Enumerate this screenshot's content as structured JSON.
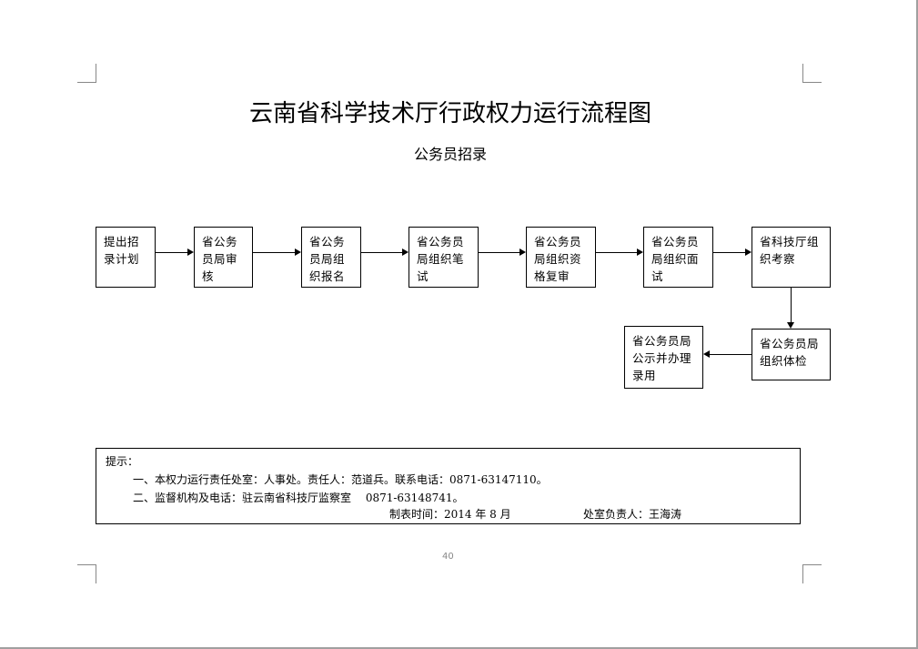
{
  "title": "云南省科学技术厅行政权力运行流程图",
  "subtitle": "公务员招录",
  "steps": [
    "提出招录计划",
    "省公务员局审核",
    "省公务员局组织报名",
    "省公务员局组织笔试",
    "省公务员局组织资格复审",
    "省公务员局组织面试",
    "省科技厅组织考察",
    "省公务员局组织体检",
    "省公务员局公示并办理录用"
  ],
  "note": {
    "heading": "提示：",
    "line1": "一、本权力运行责任处室：人事处。责任人：范道兵。联系电话：0871-63147110。",
    "line2": "二、监督机构及电话：驻云南省科技厅监察室　 0871-63148741。",
    "date": "制表时间：2014 年 8 月",
    "head": "处室负责人：王海涛"
  },
  "page_number": "40"
}
